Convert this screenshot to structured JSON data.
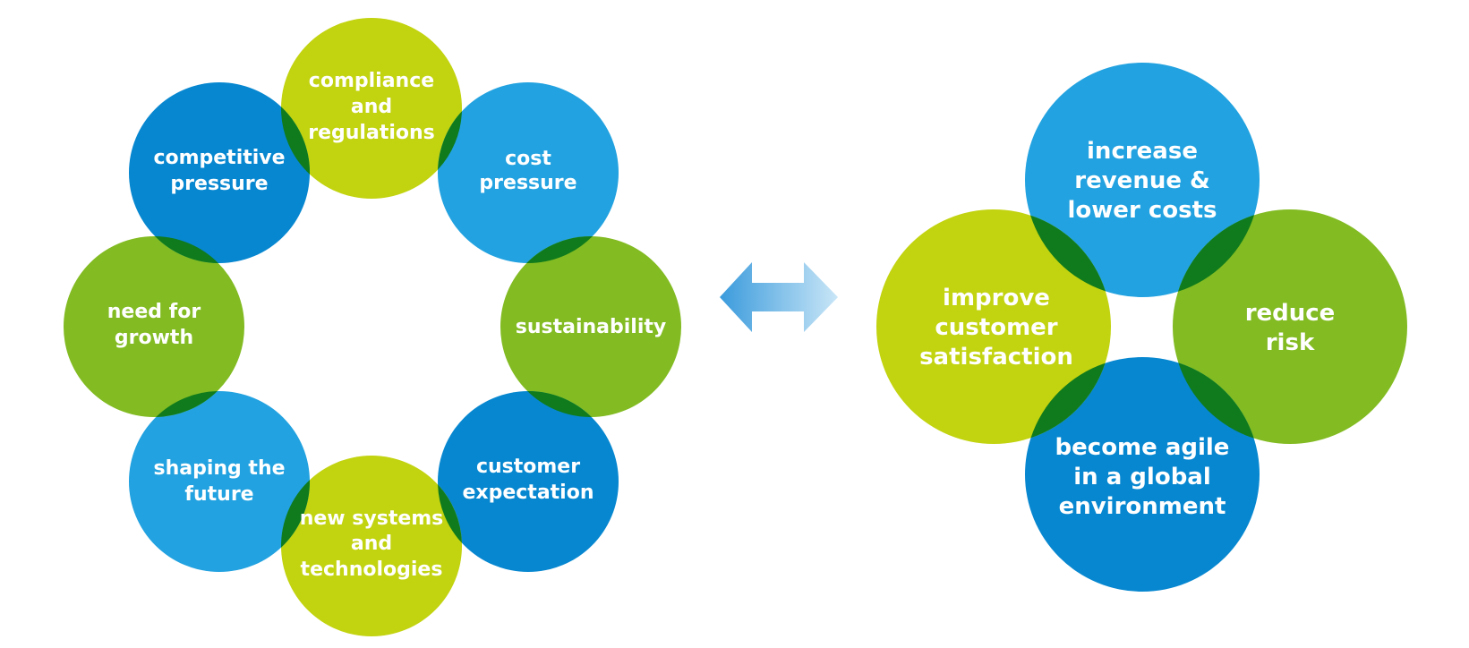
{
  "colors": {
    "blue_dark": "#0787d0",
    "blue_light": "#22a2e0",
    "green_lime": "#c2d30f",
    "green_mid": "#82bb22",
    "overlap_dark": "#0f7b1c",
    "arrow_light": "#c9e6f7",
    "arrow_dark": "#3b9bdc",
    "label_text": "#ffffff"
  },
  "drivers": [
    {
      "key": "compliance",
      "lines": [
        "compliance",
        "and",
        "regulations"
      ],
      "color": "green_lime"
    },
    {
      "key": "cost",
      "lines": [
        "cost",
        "pressure"
      ],
      "color": "blue_light"
    },
    {
      "key": "sustainability",
      "lines": [
        "sustainability"
      ],
      "color": "green_mid"
    },
    {
      "key": "customer-expectation",
      "lines": [
        "customer",
        "expectation"
      ],
      "color": "blue_dark"
    },
    {
      "key": "new-systems",
      "lines": [
        "new systems",
        "and",
        "technologies"
      ],
      "color": "green_lime"
    },
    {
      "key": "shaping-future",
      "lines": [
        "shaping the",
        "future"
      ],
      "color": "blue_light"
    },
    {
      "key": "growth",
      "lines": [
        "need for",
        "growth"
      ],
      "color": "green_mid"
    },
    {
      "key": "competitive",
      "lines": [
        "competitive",
        "pressure"
      ],
      "color": "blue_dark"
    }
  ],
  "arrow": {
    "icon": "double-arrow-icon"
  },
  "goals": [
    {
      "key": "revenue",
      "lines": [
        "increase",
        "revenue &",
        "lower costs"
      ],
      "color": "blue_light"
    },
    {
      "key": "risk",
      "lines": [
        "reduce",
        "risk"
      ],
      "color": "green_mid"
    },
    {
      "key": "agile",
      "lines": [
        "become agile",
        "in a global",
        "environment"
      ],
      "color": "blue_dark"
    },
    {
      "key": "satisfaction",
      "lines": [
        "improve",
        "customer",
        "satisfaction"
      ],
      "color": "green_lime"
    }
  ]
}
